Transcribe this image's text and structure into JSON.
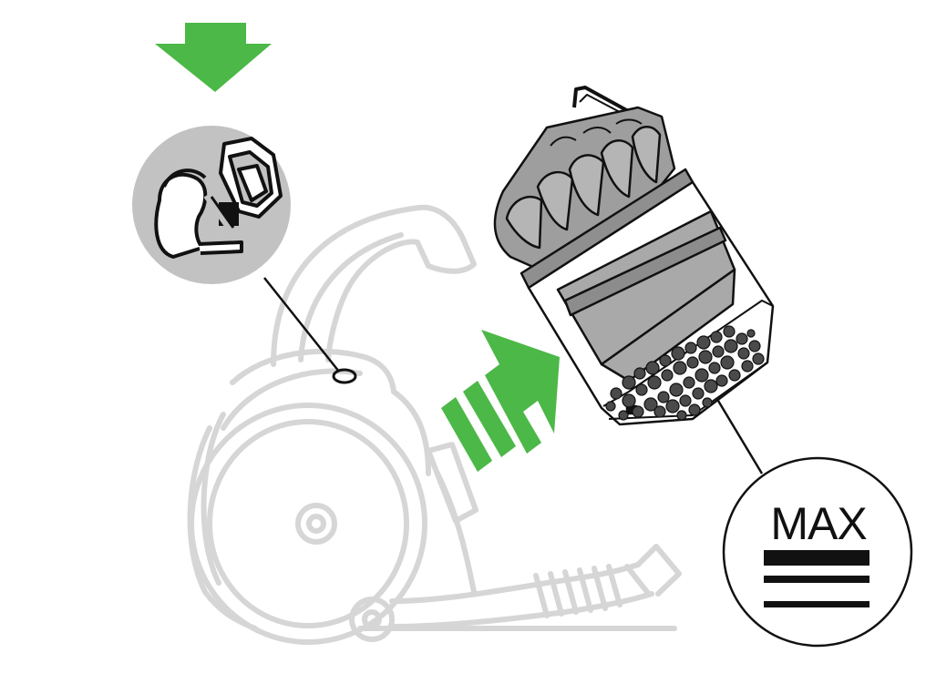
{
  "diagram": {
    "max_callout": {
      "label": "MAX",
      "fill_indicator_lines": 3
    },
    "button_callout": {
      "icons": [
        "bin-release-icon",
        "push-down-arrow-icon"
      ]
    },
    "arrows": {
      "press_arrow": "down",
      "remove_arrow": "up-right"
    },
    "colors": {
      "accent_green": "#4cb847",
      "ghost_outline": "#d8d8d8",
      "bin_grey": "#a9a9a9",
      "callout_grey": "#c2c2c2",
      "ink": "#111111"
    }
  }
}
